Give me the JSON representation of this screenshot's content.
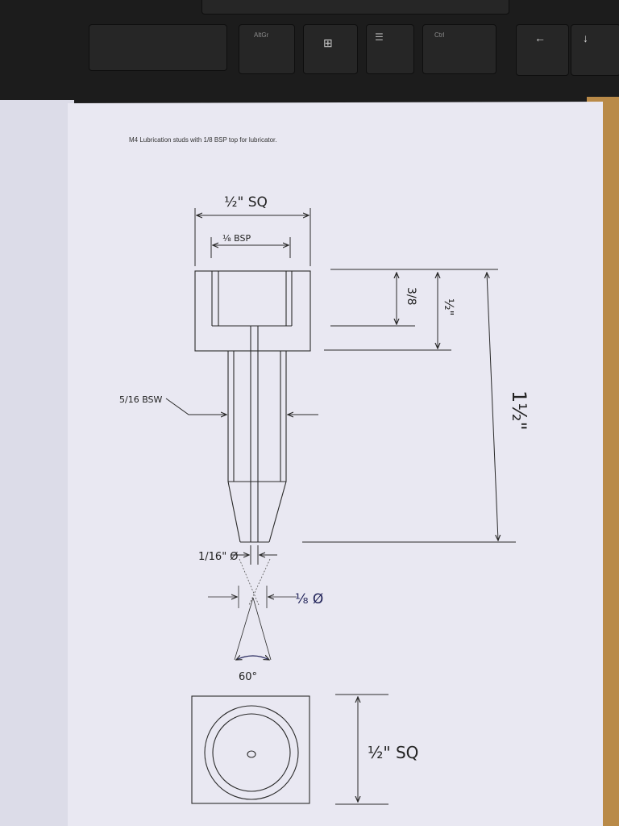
{
  "keyboard": {
    "keys": [
      {
        "label": "AltGr"
      },
      {
        "label": "⊞",
        "icon": "windows-icon"
      },
      {
        "label": "☰",
        "icon": "menu-icon"
      },
      {
        "label": "Ctrl"
      },
      {
        "label": "←",
        "icon": "arrow-left-icon"
      },
      {
        "label": "↓",
        "icon": "arrow-down-icon"
      }
    ]
  },
  "sheet": {
    "title": "M4 Lubrication studs with 1/8 BSP top for lubricator."
  },
  "drawing": {
    "labels": {
      "top_width": "½\" SQ",
      "bsp_width": "⅛ BSP",
      "depth_38": "3/8",
      "depth_12": "½\"",
      "total_height": "1½\"",
      "thread": "5/16 BSW",
      "tip_diameter": "1/16\" Ø",
      "drill_diameter": "⅛ Ø",
      "cone_angle": "60°",
      "plan_size": "½\" SQ"
    }
  },
  "colors": {
    "ink": "#2a2a2a",
    "blue_ink": "#22245a",
    "paper": "#e9e8f2",
    "desk": "#c8a86a",
    "keyboard": "#1c1c1c"
  }
}
